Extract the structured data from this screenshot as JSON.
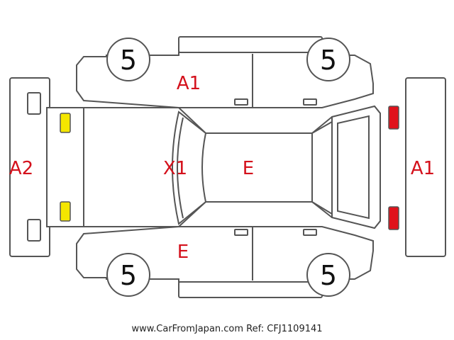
{
  "tire_labels": {
    "front_left": "5",
    "front_right": "5",
    "rear_left": "5",
    "rear_right": "5"
  },
  "damage_codes": {
    "rear_bumper": "A2",
    "left_front_door": "A1",
    "windshield": "X1",
    "roof": "E",
    "right_front_door": "E",
    "front_bumper": "A1"
  },
  "lamp_colors": {
    "rear": "#f4e600",
    "front": "#e0121b"
  },
  "code_color": "#d4111c",
  "footer": "www.CarFromJapan.com Ref: CFJ1109141"
}
